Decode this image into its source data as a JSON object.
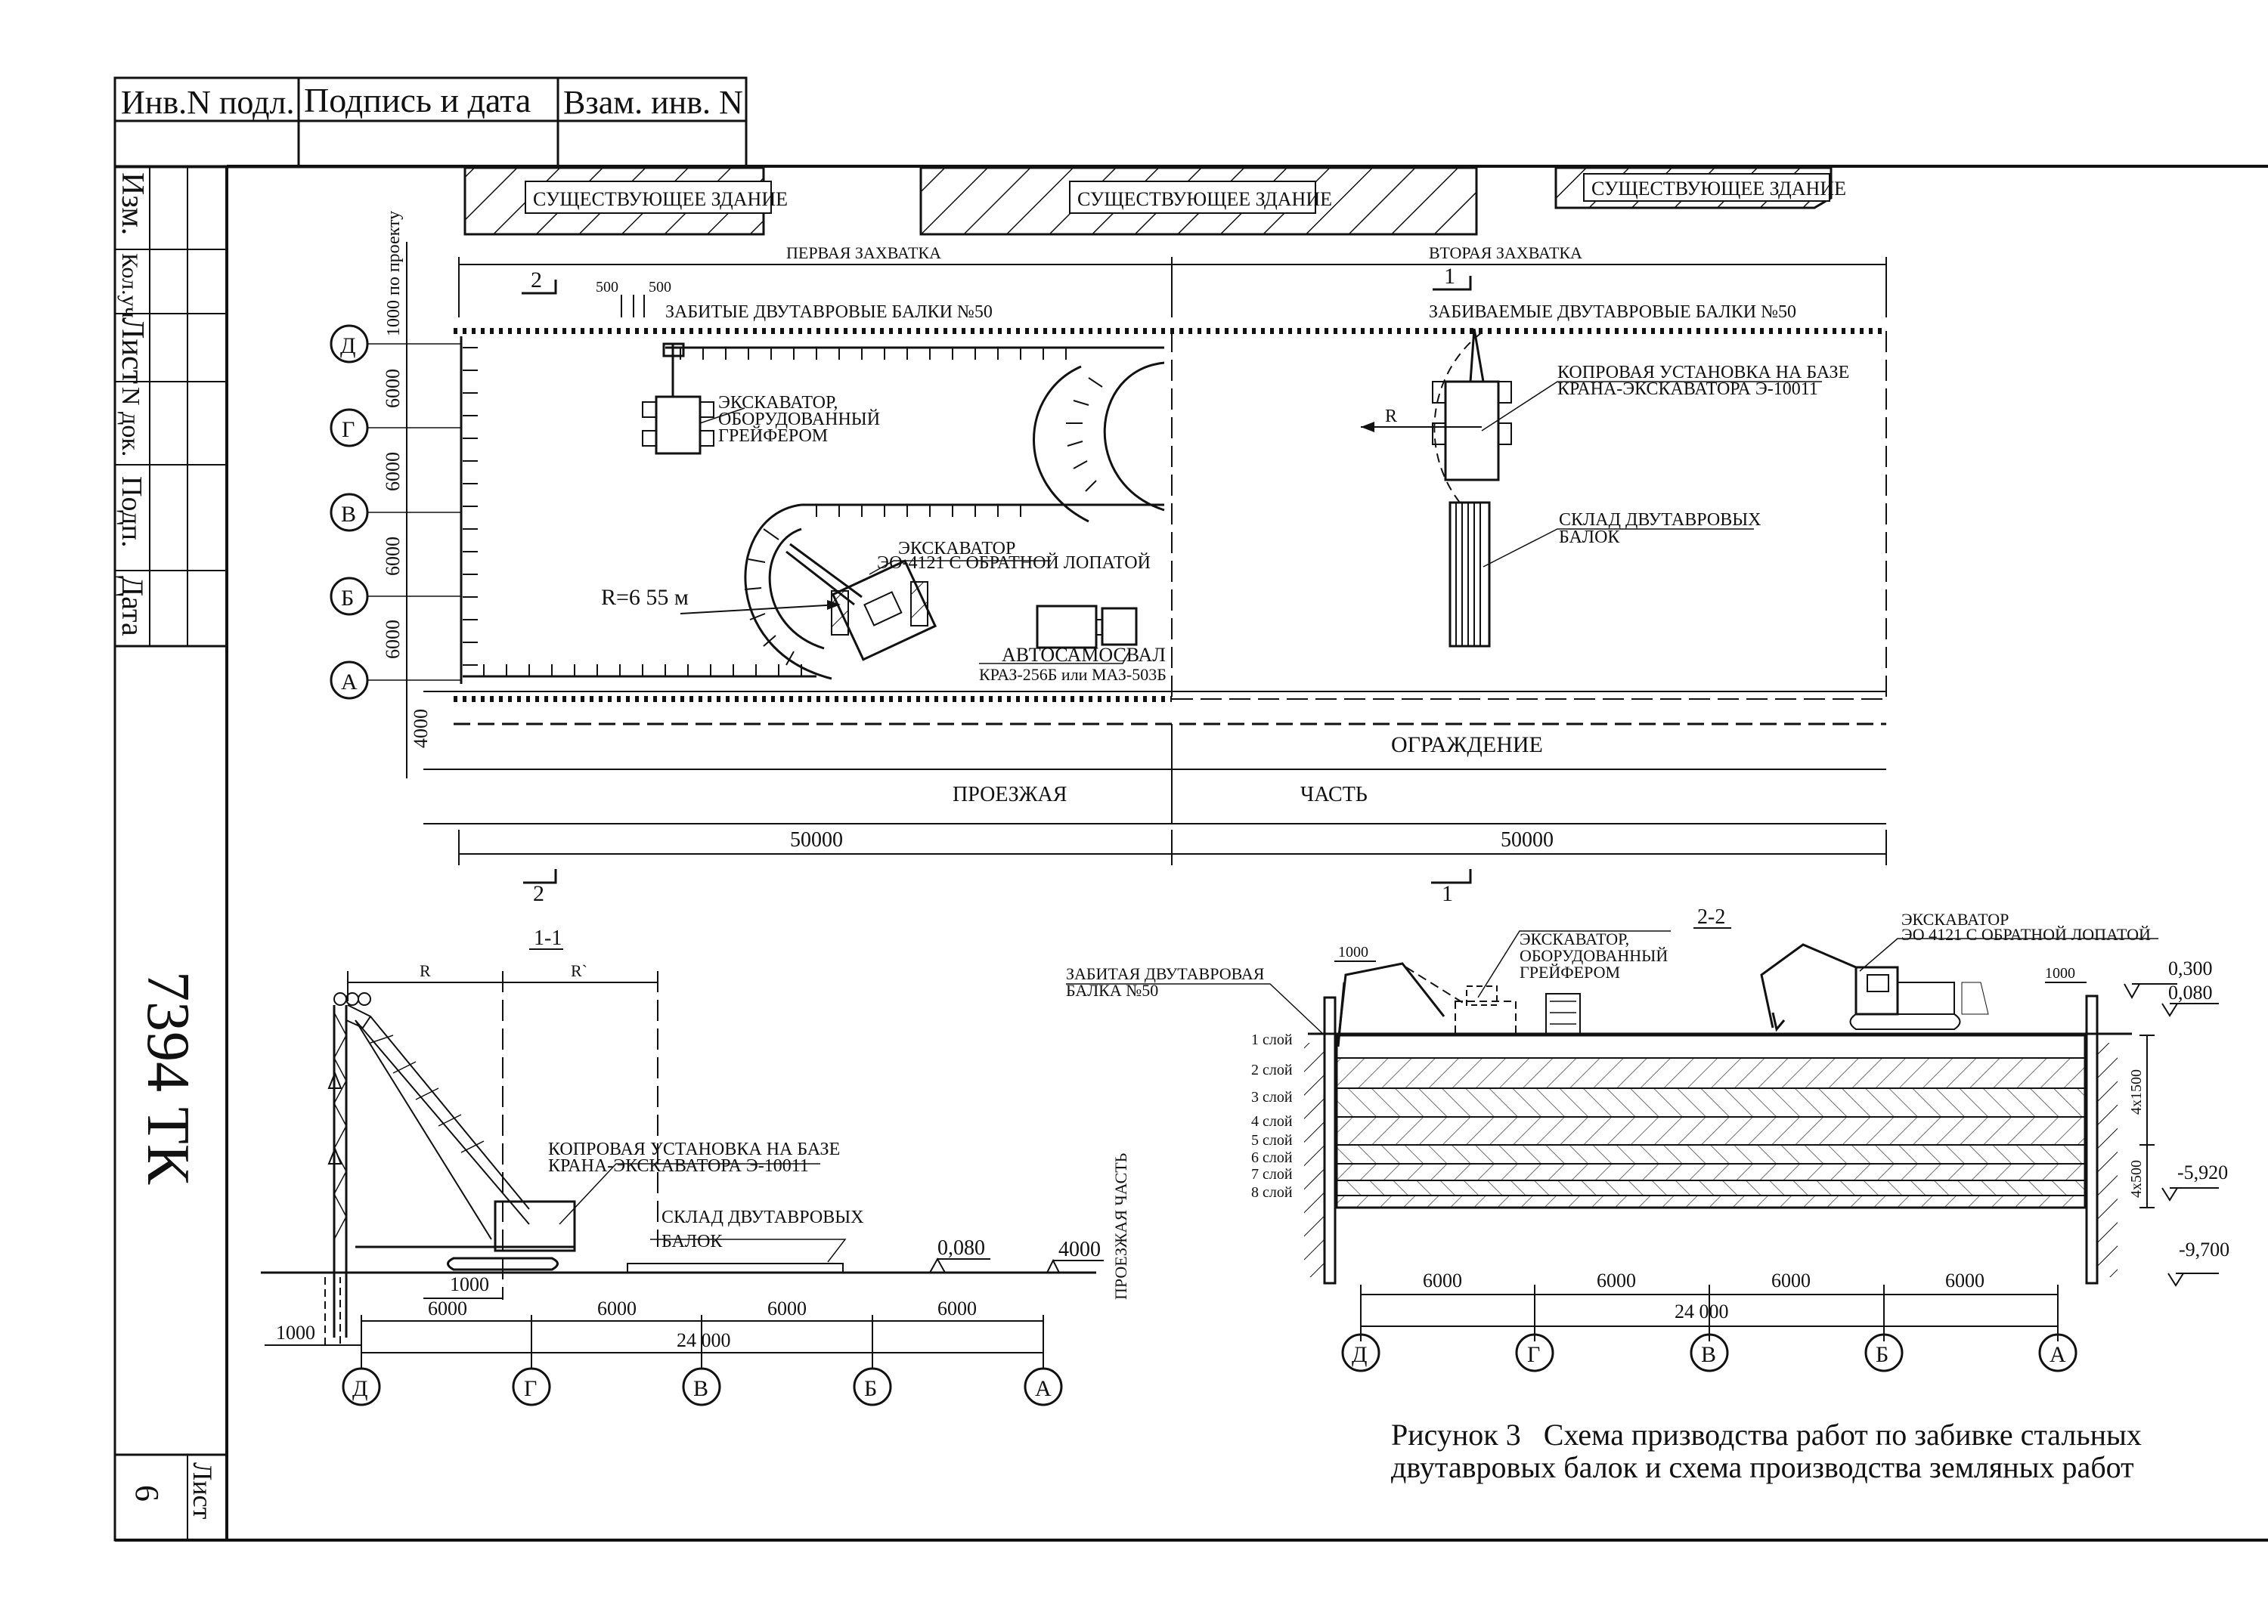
{
  "stamp": {
    "inv_podl": "Инв.N подл.",
    "podpis": "Подпись и дата",
    "vzam": "Взам. инв. N",
    "izm": "Изм.",
    "kol": "Кол.уч.",
    "list": "Лист",
    "ndok": "N док.",
    "podp": "Подп.",
    "data": "Дата",
    "code": "7394 ТК",
    "sheet_label": "Лист",
    "sheet_num": "6"
  },
  "plan": {
    "buildings": [
      "СУЩЕСТВУЮЩЕЕ ЗДАНИЕ",
      "СУЩЕСТВУЮЩЕЕ ЗДАНИЕ",
      "СУЩЕСТВУЮЩЕЕ ЗДАНИЕ"
    ],
    "zone1": "ПЕРВАЯ ЗАХВАТКА",
    "zone2": "ВТОРАЯ ЗАХВАТКА",
    "beams_driven": "ЗАБИТЫЕ ДВУТАВРОВЫЕ БАЛКИ №50",
    "beams_driving": "ЗАБИВАЕМЫЕ ДВУТАВРОВЫЕ БАЛКИ №50",
    "by_project": "1000 по проекту",
    "dim500a": "500",
    "dim500b": "500",
    "cut2": "2",
    "cut1": "1",
    "axes": [
      "Д",
      "Г",
      "В",
      "Б",
      "А"
    ],
    "dim6000": "6000",
    "dim4000": "4000",
    "grab_excavator": [
      "ЭКСКАВАТОР,",
      "ОБОРУДОВАННЫЙ",
      "ГРЕЙФЕРОМ"
    ],
    "backhoe": [
      "ЭКСКАВАТОР",
      "ЭО-4121 С ОБРАТНОЙ ЛОПАТОЙ"
    ],
    "radius": "R=6 55 м",
    "truck": [
      "АВТОСАМОСВАЛ",
      "КРАЗ-256Б или МАЗ-503Б"
    ],
    "pile_driver": [
      "КОПРОВАЯ УСТАНОВКА НА БАЗЕ",
      "КРАНА-ЭКСКАВАТОРА Э-10011"
    ],
    "r_label": "R",
    "stock": [
      "СКЛАД ДВУТАВРОВЫХ",
      "БАЛОК"
    ],
    "fence": "ОГРАЖДЕНИЕ",
    "road1": "ПРОЕЗЖАЯ",
    "road2": "ЧАСТЬ",
    "dim50000": "50000"
  },
  "section11": {
    "title": "1-1",
    "r1": "R",
    "r2": "R`",
    "pile_driver": [
      "КОПРОВАЯ УСТАНОВКА НА БАЗЕ",
      "КРАНА-ЭКСКАВАТОРА Э-10011"
    ],
    "stock": [
      "СКЛАД ДВУТАВРОВЫХ",
      "БАЛОК"
    ],
    "level": "0,080",
    "dim4000": "4000",
    "road": "ПРОЕЗЖАЯ ЧАСТЬ",
    "dim1000": "1000",
    "dim6000": "6000",
    "dim24000": "24 000",
    "axes": [
      "Д",
      "Г",
      "В",
      "Б",
      "А"
    ]
  },
  "section22": {
    "title": "2-2",
    "grab_excavator": [
      "ЭКСКАВАТОР,",
      "ОБОРУДОВАННЫЙ",
      "ГРЕЙФЕРОМ"
    ],
    "backhoe": [
      "ЭКСКАВАТОР",
      "ЭО 4121 С ОБРАТНОЙ ЛОПАТОЙ"
    ],
    "beam": [
      "ЗАБИТАЯ ДВУТАВРОВАЯ",
      "БАЛКА №50"
    ],
    "dim1000": "1000",
    "levels": [
      "0,300",
      "0,080",
      "-5,920",
      "-9,700"
    ],
    "layers": [
      "1 слой",
      "2 слой",
      "3 слой",
      "4 слой",
      "5 слой",
      "6 слой",
      "7 слой",
      "8 слой"
    ],
    "dim4x1500": "4х1500",
    "dim4x500": "4х500",
    "dim6000": "6000",
    "dim24000": "24 000",
    "axes": [
      "Д",
      "Г",
      "В",
      "Б",
      "А"
    ]
  },
  "caption": {
    "line1": "Рисунок 3   Схема призводства работ по забивке стальных",
    "line2": "двутавровых балок и схема производства земляных работ"
  }
}
